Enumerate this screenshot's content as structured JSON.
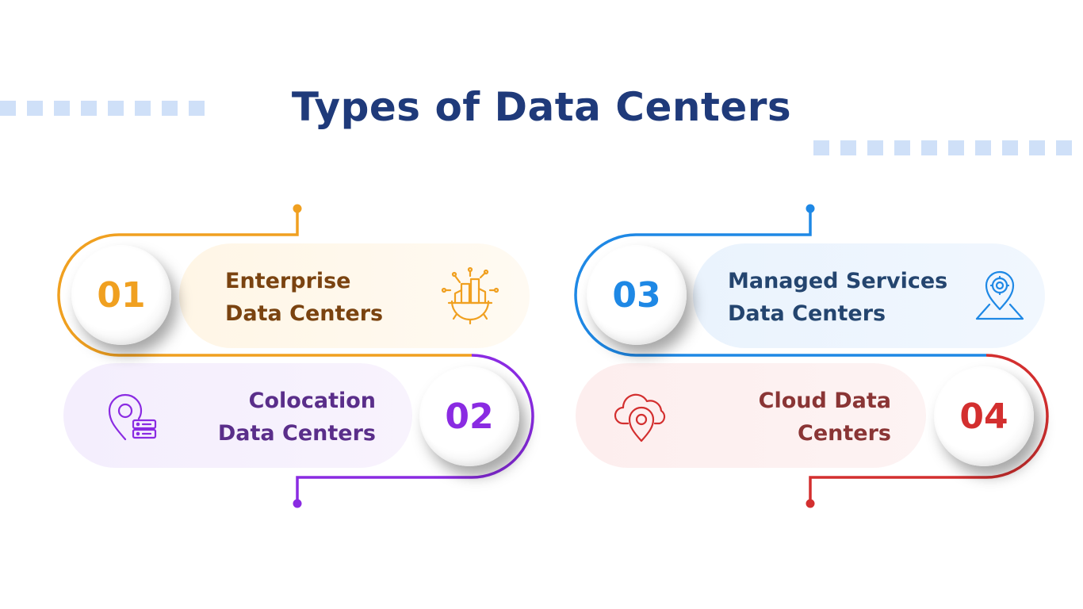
{
  "title": "Types of Data Centers",
  "colors": {
    "title": "#1f3a7a",
    "enterprise": "#f0a020",
    "colocation": "#8a2be2",
    "managed": "#1e88e5",
    "cloud": "#d32f2f"
  },
  "items": [
    {
      "number": "01",
      "line1": "Enterprise",
      "line2": "Data Centers",
      "icon": "factory-gear-icon"
    },
    {
      "number": "02",
      "line1": "Colocation",
      "line2": "Data Centers",
      "icon": "location-server-icon"
    },
    {
      "number": "03",
      "line1": "Managed Services",
      "line2": "Data Centers",
      "icon": "location-gear-map-icon"
    },
    {
      "number": "04",
      "line1": "Cloud Data",
      "line2": "Centers",
      "icon": "cloud-location-icon"
    }
  ]
}
